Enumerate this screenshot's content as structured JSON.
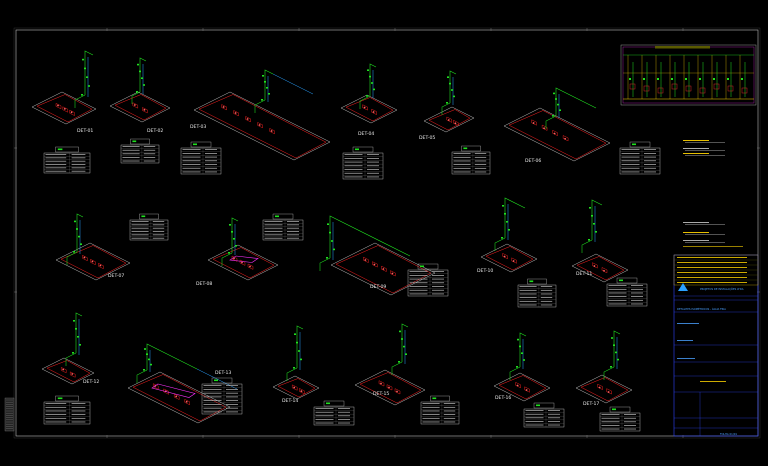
{
  "sheet": {
    "background": "#000000",
    "frame_color": "#2f45ff",
    "pipe_colors": {
      "cold_water": "#20e020",
      "hot_water": "#ff2020",
      "supply": "#2aa0ff",
      "fixture": "#ff30ff"
    }
  },
  "details": [
    {
      "id": "det-01",
      "label": "DET-01"
    },
    {
      "id": "det-02",
      "label": "DET-02"
    },
    {
      "id": "det-03",
      "label": "DET-03"
    },
    {
      "id": "det-04",
      "label": "DET-04"
    },
    {
      "id": "det-05",
      "label": "DET-05"
    },
    {
      "id": "det-06",
      "label": "DET-06"
    },
    {
      "id": "det-07",
      "label": "DET-07"
    },
    {
      "id": "det-08",
      "label": "DET-08"
    },
    {
      "id": "det-09",
      "label": "DET-09"
    },
    {
      "id": "det-10",
      "label": "DET-10"
    },
    {
      "id": "det-11",
      "label": "DET-11"
    },
    {
      "id": "det-12",
      "label": "DET-12"
    },
    {
      "id": "det-13",
      "label": "DET-13"
    },
    {
      "id": "det-14",
      "label": "DET-14"
    },
    {
      "id": "det-15",
      "label": "DET-15"
    },
    {
      "id": "det-16",
      "label": "DET-16"
    },
    {
      "id": "det-17",
      "label": "DET-17"
    }
  ],
  "title_block": {
    "company": "PROJETOS DE INSTALAÇÕES LTDA",
    "project": "DETALHES ISOMÉTRICOS - ÁGUA FRIA",
    "sheet_label": "FOLHA 01/01"
  }
}
